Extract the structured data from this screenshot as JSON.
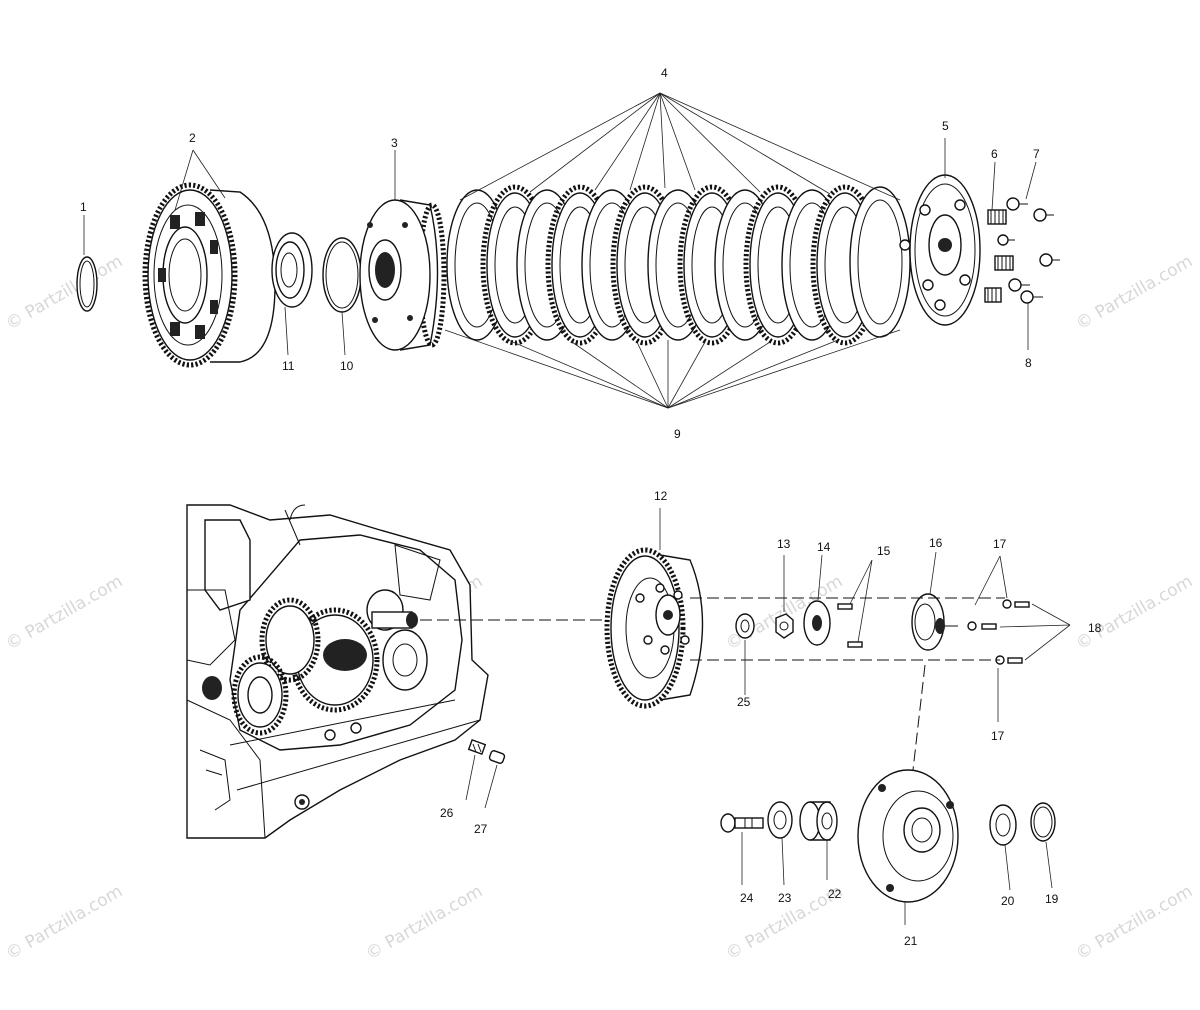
{
  "diagram": {
    "callouts": [
      "1",
      "2",
      "3",
      "4",
      "5",
      "6",
      "7",
      "8",
      "9",
      "10",
      "11",
      "12",
      "13",
      "14",
      "15",
      "16",
      "17",
      "17",
      "18",
      "19",
      "20",
      "21",
      "22",
      "23",
      "24",
      "25",
      "26",
      "27"
    ],
    "watermark": "© Partzilla.com"
  }
}
